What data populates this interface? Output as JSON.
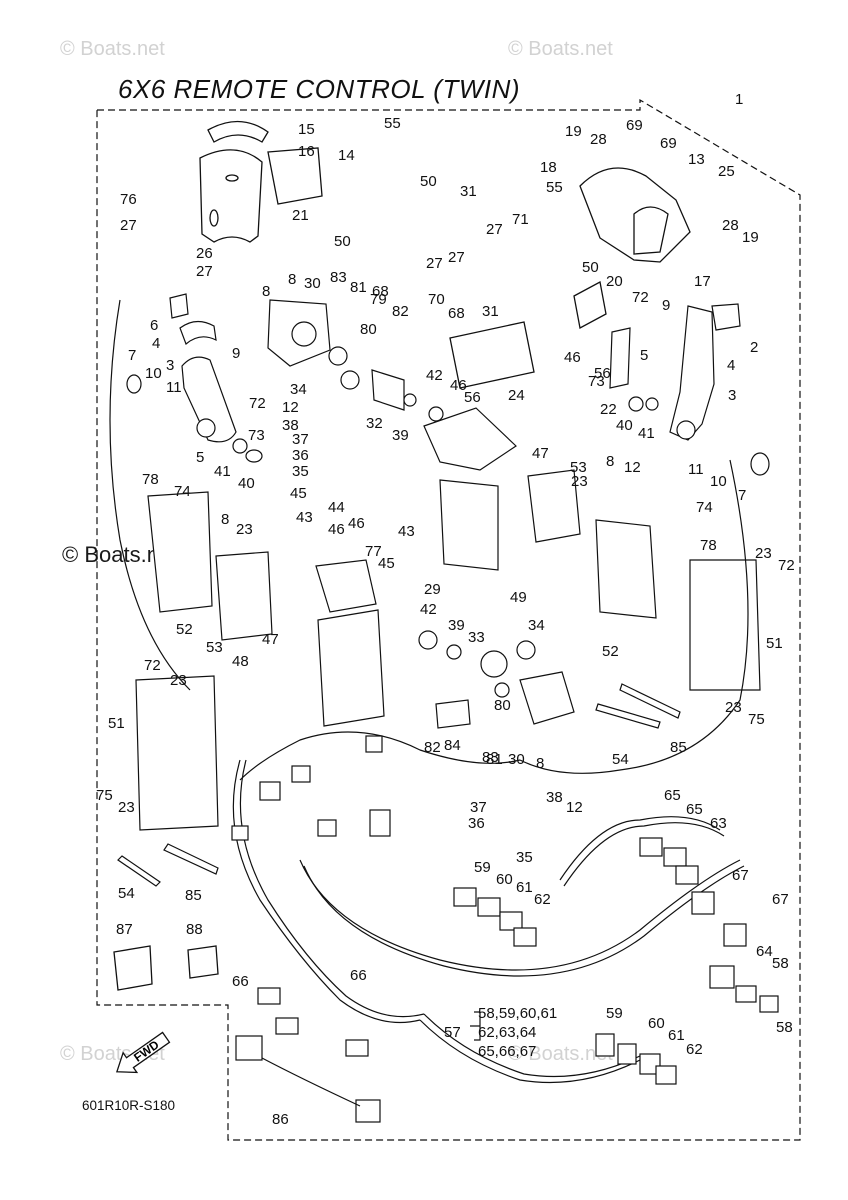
{
  "title": "6X6 REMOTE CONTROL (TWIN)",
  "watermarks": {
    "top_left": "© Boats.net",
    "top_right": "© Boats.net",
    "mid_left": "© Boats.net",
    "bottom_left": "© Boats.net",
    "bottom_right": "© Boats.net"
  },
  "fwd_label": "FWD",
  "diagram_code": "601R10R-S180",
  "group_57": {
    "number": "57",
    "line1": "58,59,60,61",
    "line2": "62,63,64",
    "line3": "65,66,67"
  },
  "callouts": [
    "1",
    "2",
    "3",
    "4",
    "5",
    "6",
    "7",
    "8",
    "9",
    "10",
    "11",
    "12",
    "13",
    "14",
    "15",
    "16",
    "17",
    "18",
    "19",
    "20",
    "21",
    "22",
    "23",
    "24",
    "25",
    "26",
    "27",
    "28",
    "29",
    "30",
    "31",
    "32",
    "33",
    "34",
    "35",
    "36",
    "37",
    "38",
    "39",
    "40",
    "41",
    "42",
    "43",
    "44",
    "45",
    "46",
    "47",
    "48",
    "49",
    "50",
    "51",
    "52",
    "53",
    "54",
    "55",
    "56",
    "57",
    "58",
    "59",
    "60",
    "61",
    "62",
    "63",
    "64",
    "65",
    "66",
    "67",
    "68",
    "69",
    "70",
    "71",
    "72",
    "73",
    "74",
    "75",
    "76",
    "77",
    "78",
    "79",
    "80",
    "81",
    "82",
    "83",
    "84",
    "85",
    "86",
    "87",
    "88"
  ],
  "colors": {
    "line": "#111111",
    "watermark": "#d2d2d2",
    "background": "#ffffff"
  }
}
